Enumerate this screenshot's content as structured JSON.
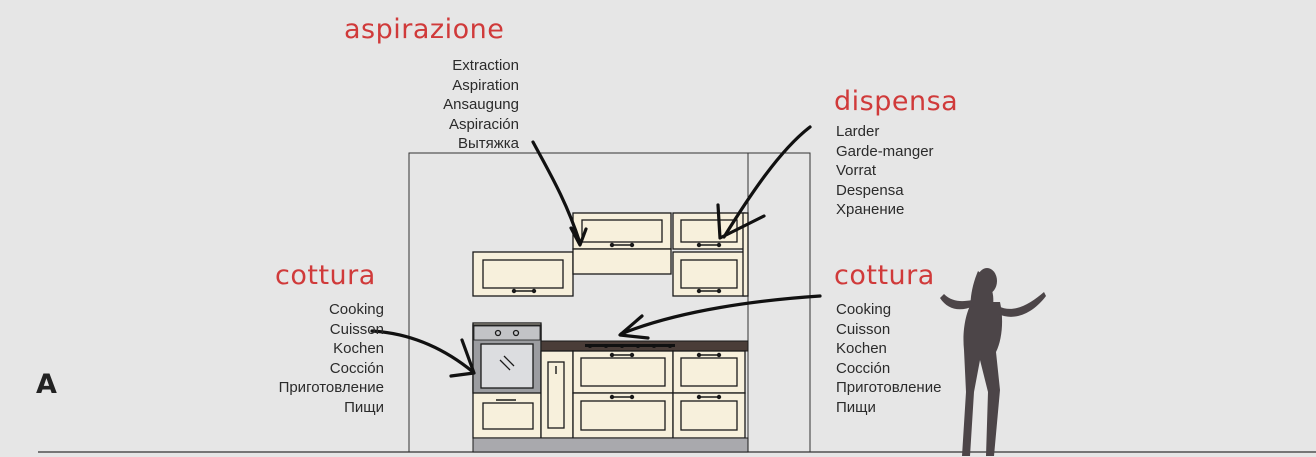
{
  "section_letter": "A",
  "labels": {
    "aspirazione": {
      "title": "aspirazione",
      "items": [
        "Extraction",
        "Aspiration",
        "Ansaugung",
        "Aspiración",
        "Вытяжка"
      ]
    },
    "dispensa": {
      "title": "dispensa",
      "items": [
        "Larder",
        "Garde-manger",
        "Vorrat",
        "Despensa",
        "Хранение"
      ]
    },
    "cottura_left": {
      "title": "cottura",
      "items": [
        "Cooking",
        "Cuisson",
        "Kochen",
        "Cocción",
        "Приготовление",
        "Пищи"
      ]
    },
    "cottura_right": {
      "title": "cottura",
      "items": [
        "Cooking",
        "Cuisson",
        "Kochen",
        "Cocción",
        "Приготовление",
        "Пищи"
      ]
    }
  },
  "colors": {
    "background": "#e6e6e6",
    "title_red": "#d03a3a",
    "cabinet": "#f7f0dc",
    "countertop": "#4a3d38",
    "plinth": "#a9a9ad",
    "silhouette": "#4c4548",
    "outline": "#1a1a1a"
  }
}
